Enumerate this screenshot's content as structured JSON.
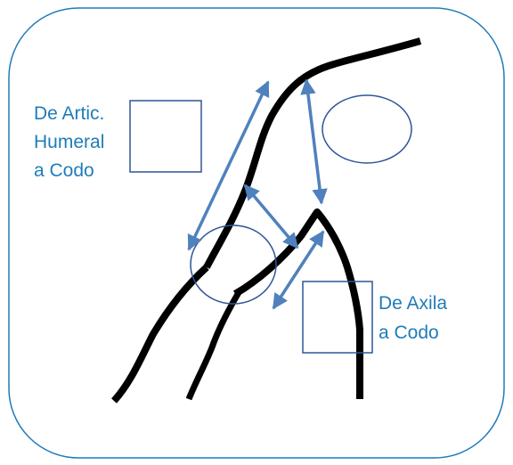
{
  "labels": {
    "humeral": {
      "line1": "De Artic.",
      "line2": "Humeral",
      "line3": "a Codo"
    },
    "axila": {
      "line1": "De Axila",
      "line2": "a Codo"
    }
  },
  "colors": {
    "frame": "#1F7CB8",
    "arrow": "#4F81BD",
    "shape": "#2F5597",
    "label": "#1F7CB8",
    "outline": "#000000"
  }
}
